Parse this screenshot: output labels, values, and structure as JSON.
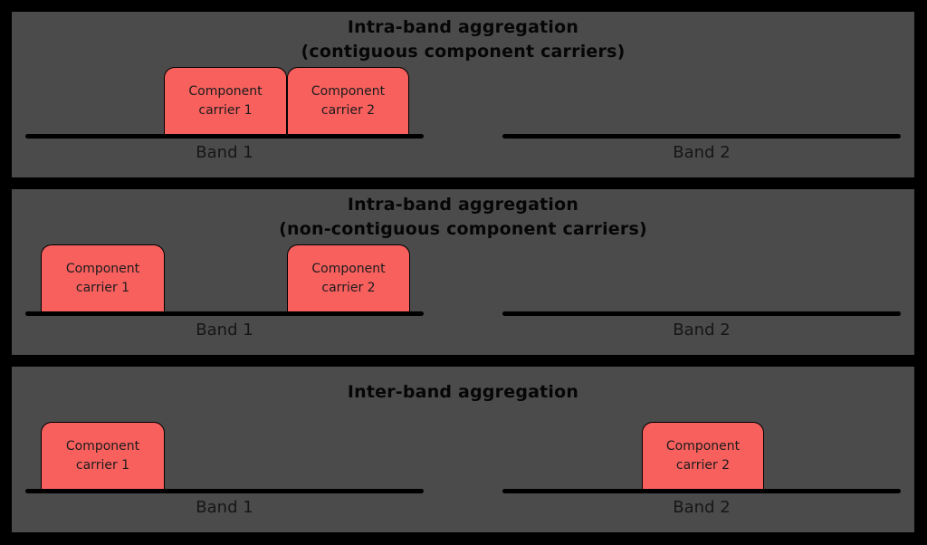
{
  "colors": {
    "canvas_bg": "#000000",
    "panel_bg": "#4b4b4b",
    "carrier_fill": "#f8605e",
    "carrier_border": "#000000",
    "band_line": "#000000",
    "title_text": "#060606",
    "label_text": "#161616"
  },
  "panels": [
    {
      "title": "Intra-band aggregation\n(contiguous component carriers)",
      "carriers": [
        {
          "label": "Component\ncarrier 1"
        },
        {
          "label": "Component\ncarrier 2"
        }
      ],
      "bands": [
        {
          "label": "Band 1"
        },
        {
          "label": "Band 2"
        }
      ]
    },
    {
      "title": "Intra-band aggregation\n(non-contiguous component carriers)",
      "carriers": [
        {
          "label": "Component\ncarrier 1"
        },
        {
          "label": "Component\ncarrier 2"
        }
      ],
      "bands": [
        {
          "label": "Band 1"
        },
        {
          "label": "Band 2"
        }
      ]
    },
    {
      "title": "Inter-band aggregation",
      "carriers": [
        {
          "label": "Component\ncarrier 1"
        },
        {
          "label": "Component\ncarrier 2"
        }
      ],
      "bands": [
        {
          "label": "Band 1"
        },
        {
          "label": "Band 2"
        }
      ]
    }
  ]
}
